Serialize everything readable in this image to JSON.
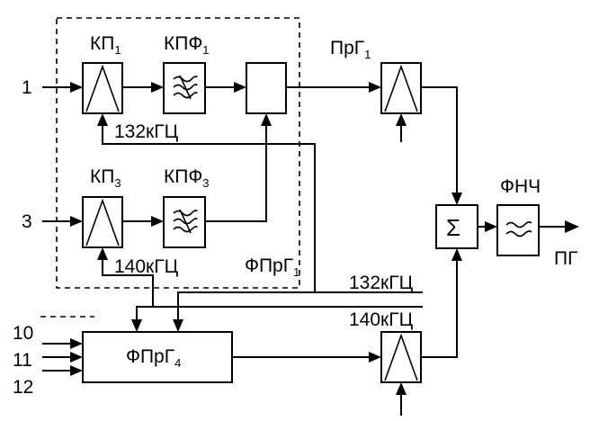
{
  "inputs": {
    "in1": "1",
    "in3": "3",
    "in10": "10",
    "in11": "11",
    "in12": "12"
  },
  "blocks": {
    "kp1": {
      "main": "КП",
      "sub": "1"
    },
    "kpf1": {
      "main": "КПФ",
      "sub": "1"
    },
    "kp3": {
      "main": "КП",
      "sub": "3"
    },
    "kpf3": {
      "main": "КПФ",
      "sub": "3"
    },
    "prg1": {
      "main": "ПрГ",
      "sub": "1"
    },
    "fprg1": {
      "main": "ФПрГ",
      "sub": "1"
    },
    "fprg4": {
      "main": "ФПрГ",
      "sub": "4"
    },
    "fnch": {
      "main": "ФНЧ"
    },
    "sum": {
      "symbol": "Σ"
    }
  },
  "signals": {
    "f132_inner": "132кГЦ",
    "f140_inner": "140кГЦ",
    "f132_outer": "132кГЦ",
    "f140_outer": "140кГЦ"
  },
  "output": {
    "label": "ПГ"
  }
}
